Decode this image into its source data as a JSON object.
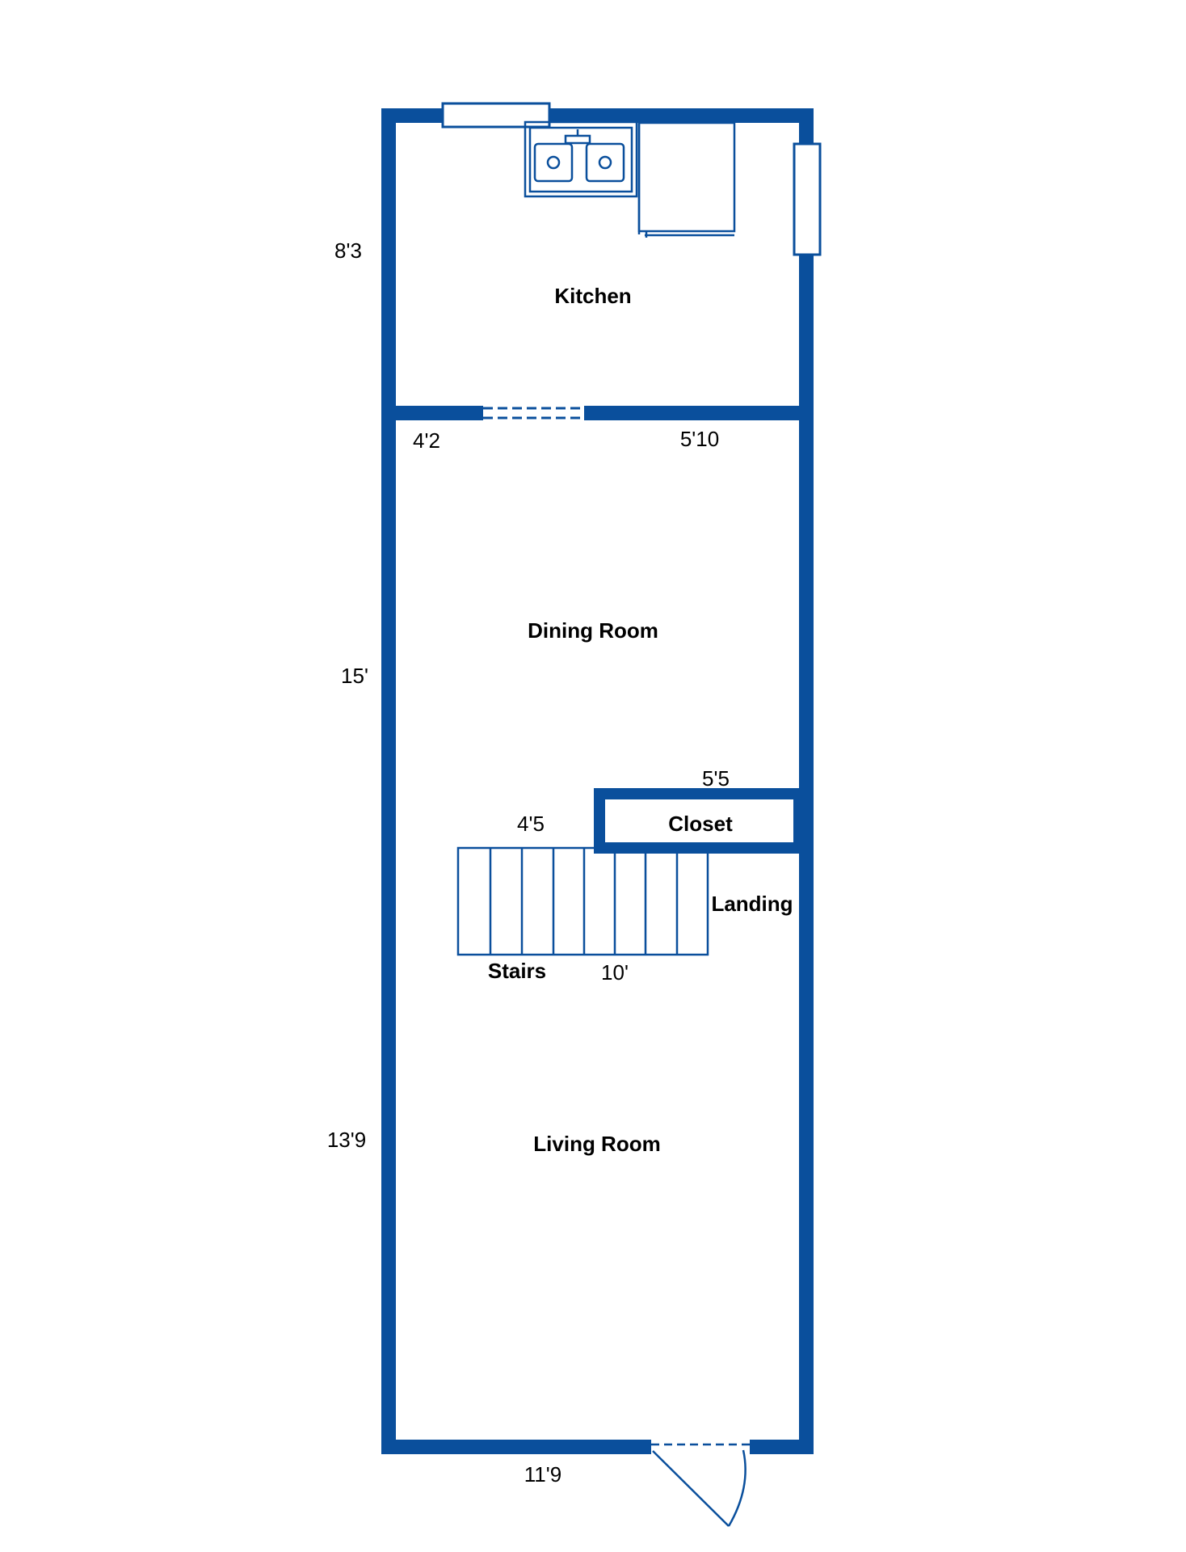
{
  "colors": {
    "wall": "#0a4f9c",
    "background": "#ffffff",
    "text": "#000000"
  },
  "rooms": {
    "kitchen": "Kitchen",
    "dining": "Dining Room",
    "closet": "Closet",
    "landing": "Landing",
    "stairs": "Stairs",
    "living": "Living Room"
  },
  "dimensions": {
    "kitchen_height": "8'3",
    "kitchen_wall_left": "4'2",
    "kitchen_wall_right": "5'10",
    "dining_height": "15'",
    "closet_width": "5'5",
    "stairs_width": "4'5",
    "stairs_length": "10'",
    "living_height": "13'9",
    "overall_width": "11'9"
  }
}
